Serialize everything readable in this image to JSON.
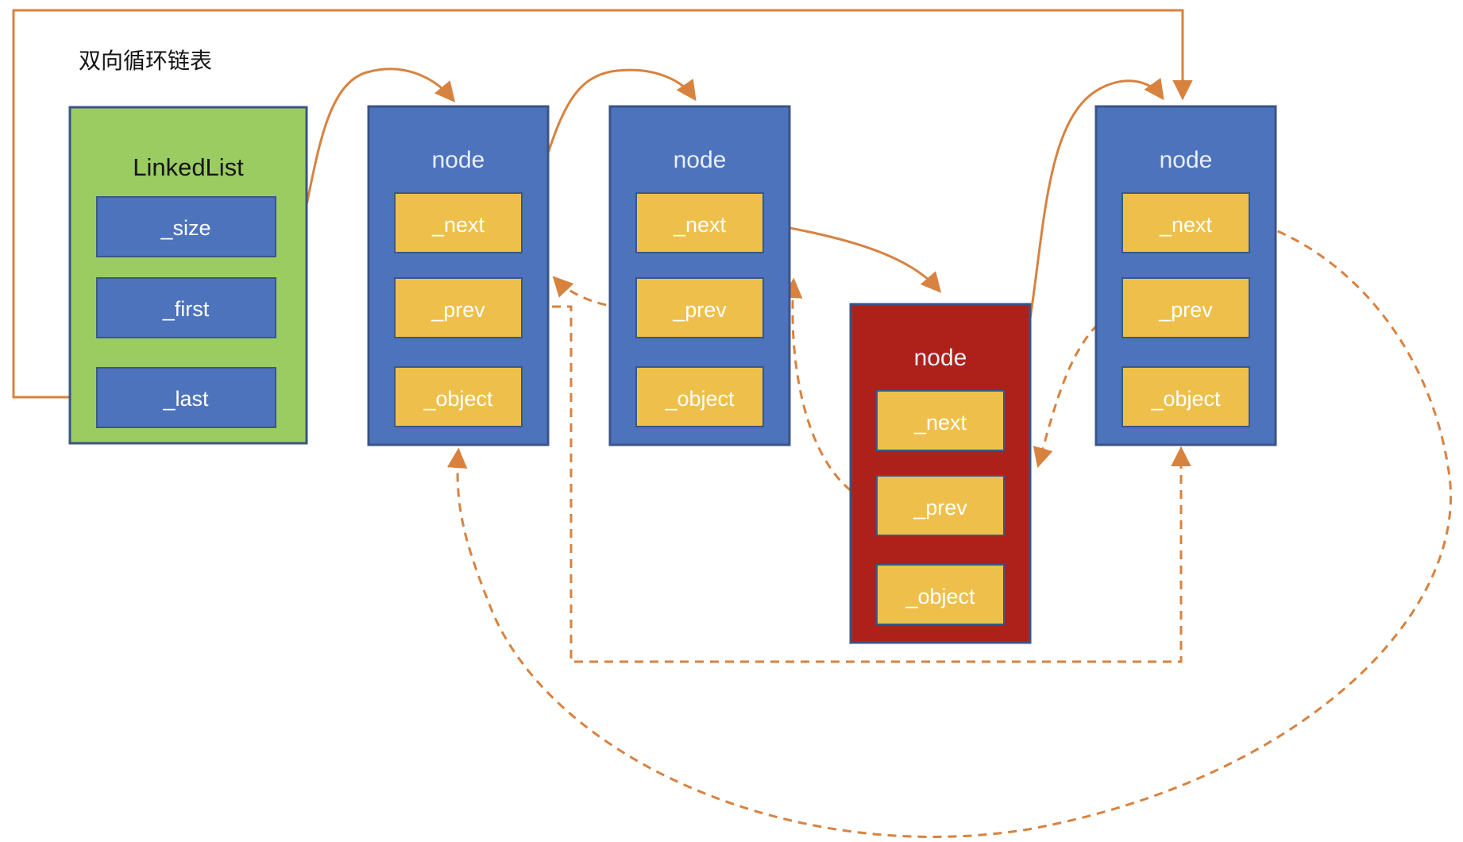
{
  "page": {
    "title": "双向循环链表"
  },
  "colors": {
    "canvas": "#ffffff",
    "green": "#9bcc62",
    "blue": "#4d73bd",
    "yellow": "#eec04b",
    "red": "#ae211b",
    "box_border": "#3b5486",
    "field_border": "#3a5787",
    "arrow": "#d8823f",
    "dark_text": "#151515",
    "light_text": "#ffffff"
  },
  "linkedlist": {
    "title": "LinkedList",
    "fields": [
      "_size",
      "_first",
      "_last"
    ]
  },
  "nodes": [
    {
      "title": "node",
      "variant": "blue",
      "fields": [
        "_next",
        "_prev",
        "_object"
      ]
    },
    {
      "title": "node",
      "variant": "blue",
      "fields": [
        "_next",
        "_prev",
        "_object"
      ]
    },
    {
      "title": "node",
      "variant": "red",
      "fields": [
        "_next",
        "_prev",
        "_object"
      ]
    },
    {
      "title": "node",
      "variant": "blue",
      "fields": [
        "_next",
        "_prev",
        "_object"
      ]
    }
  ],
  "edges": [
    {
      "name": "first-to-node1",
      "style": "solid"
    },
    {
      "name": "last-to-node4",
      "style": "solid"
    },
    {
      "name": "node1-next-to-node2",
      "style": "solid"
    },
    {
      "name": "node2-next-to-node3",
      "style": "solid"
    },
    {
      "name": "node3-next-to-node4",
      "style": "solid"
    },
    {
      "name": "node2-prev-to-node1",
      "style": "dashed"
    },
    {
      "name": "node3-prev-to-node2",
      "style": "dashed"
    },
    {
      "name": "node4-prev-to-node3",
      "style": "dashed"
    },
    {
      "name": "node1-prev-to-node4",
      "style": "dashed"
    },
    {
      "name": "node4-next-to-node1",
      "style": "dashed"
    }
  ]
}
